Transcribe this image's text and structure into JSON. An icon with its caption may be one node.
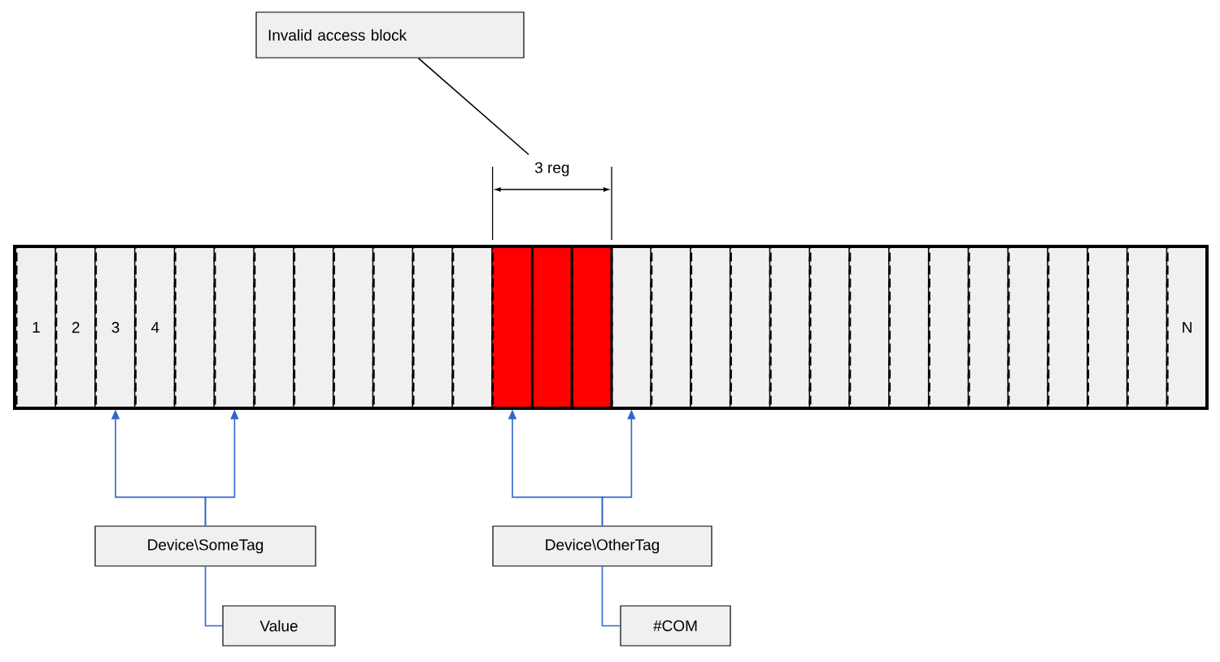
{
  "diagram": {
    "nodes": [
      {
        "text": [
          "Invalid access block"
        ]
      },
      {
        "text": [
          "1"
        ]
      },
      {
        "text": [
          "2"
        ]
      },
      {
        "text": [
          "3"
        ]
      },
      {
        "text": [
          "4"
        ]
      },
      {
        "text": [],
        "shape": "box"
      },
      {
        "text": [],
        "shape": "box"
      },
      {
        "text": [],
        "shape": "box"
      },
      {
        "text": [],
        "shape": "box"
      },
      {
        "text": [],
        "shape": "box"
      },
      {
        "text": [],
        "shape": "box"
      },
      {
        "text": [],
        "shape": "box"
      },
      {
        "text": [],
        "shape": "box"
      },
      {
        "text": [],
        "shape": "box"
      },
      {
        "text": [],
        "shape": "box",
        "in": 13
      },
      {
        "text": [],
        "shape": "box",
        "in": 13
      },
      {
        "text": [],
        "shape": "box",
        "in": 13
      },
      {
        "text": [],
        "shape": "box"
      },
      {
        "text": [],
        "shape": "box"
      },
      {
        "text": [],
        "shape": "box"
      },
      {
        "text": [],
        "shape": "box"
      },
      {
        "text": [],
        "shape": "box"
      },
      {
        "text": [],
        "shape": "box"
      },
      {
        "text": [],
        "shape": "box"
      },
      {
        "text": [],
        "shape": "box"
      },
      {
        "text": [],
        "shape": "box"
      },
      {
        "text": [],
        "shape": "box"
      },
      {
        "text": [],
        "shape": "box"
      },
      {
        "text": [],
        "shape": "box"
      },
      {
        "text": [],
        "shape": "box"
      },
      {
        "text": [],
        "shape": "box"
      },
      {
        "text": [
          "N"
        ]
      },
      {
        "text": [
          "Device\\SomeTag"
        ]
      },
      {
        "text": [
          "Value"
        ]
      },
      {
        "text": [
          "Device\\OtherTag"
        ]
      },
      {
        "text": [
          "#COM"
        ]
      }
    ],
    "edges": [
      {
        "from": 0,
        "to": null,
        "arrow": "none",
        "color": "#000000"
      },
      {
        "from": 32,
        "to": 3,
        "arrow": "to"
      },
      {
        "from": 32,
        "to": 6,
        "arrow": "to"
      },
      {
        "from": 32,
        "to": 33,
        "arrow": "none"
      },
      {
        "from": 34,
        "to": 14,
        "arrow": "to"
      },
      {
        "from": 34,
        "to": 17,
        "arrow": "to"
      },
      {
        "from": 34,
        "to": 35,
        "arrow": "none"
      }
    ],
    "labels": [
      "3 reg"
    ]
  }
}
